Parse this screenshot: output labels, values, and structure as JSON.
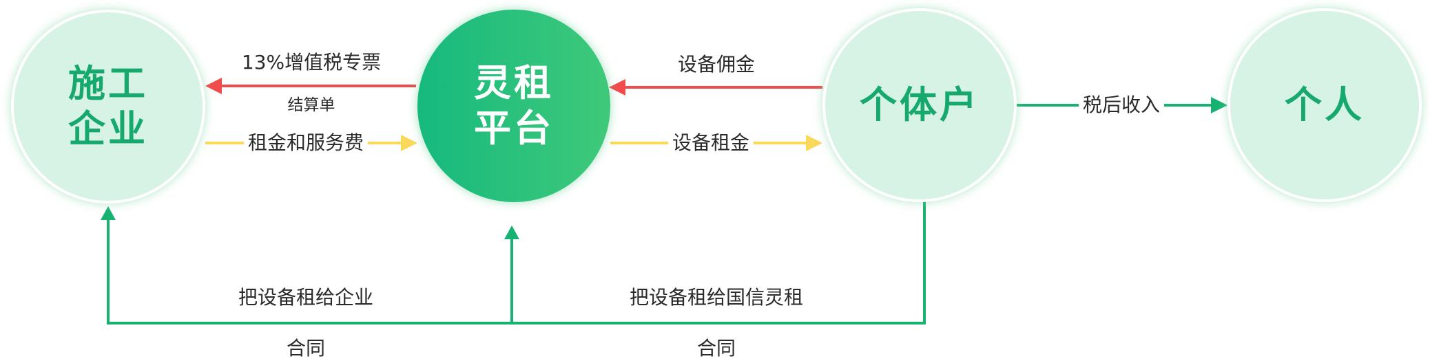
{
  "nodes": {
    "construction": "施工\n企业",
    "platform": "灵租\n平台",
    "household": "个体户",
    "individual": "个人"
  },
  "flows": {
    "vat_invoice": "13%增值税专票",
    "settlement": "结算单",
    "rent_fee": "租金和服务费",
    "commission": "设备佣金",
    "equipment_rent": "设备租金",
    "after_tax_income": "税后收入",
    "lease_to_enterprise": "把设备租给企业",
    "contract_left": "合同",
    "lease_to_platform": "把设备租给国信灵租",
    "contract_right": "合同"
  },
  "colors": {
    "red_arrow": "#f04c4c",
    "yellow_arrow": "#f9d85a",
    "green_arrow": "#17b272",
    "light_node": "#d6f3e5",
    "dark_node_start": "#16b97e",
    "dark_node_end": "#3fc97a",
    "node_text_green": "#17a86e"
  }
}
